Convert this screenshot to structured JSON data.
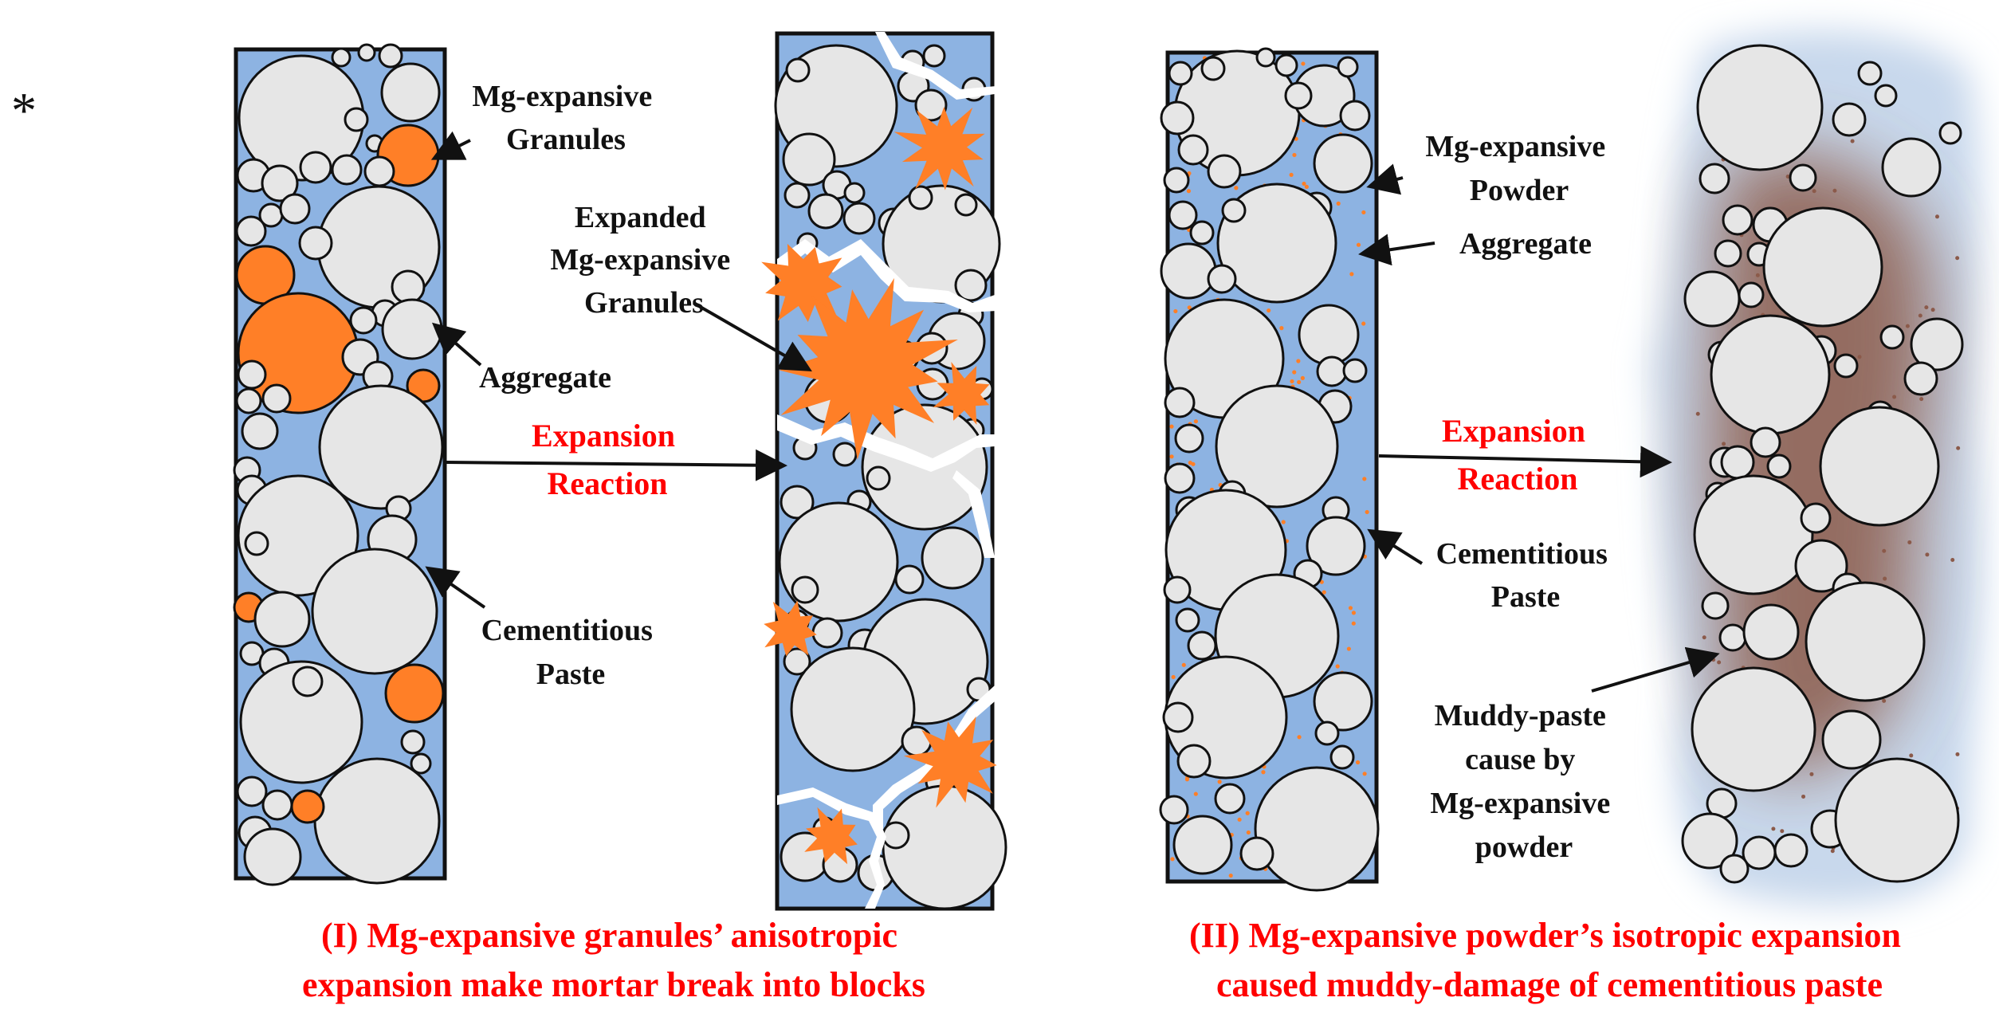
{
  "marker": "*",
  "colors": {
    "paste": "#8db3e2",
    "aggregate": "#e6e6e6",
    "granule": "#ff7f27",
    "outline": "#111111",
    "label_red": "#ff0000",
    "crack": "#ffffff",
    "mud": "#8b5a4a"
  },
  "panel1": {
    "label_granules": [
      "Mg-expansive",
      "Granules"
    ],
    "label_aggregate": "Aggregate",
    "label_paste": [
      "Cementitious",
      "Paste"
    ],
    "label_expanded": [
      "Expanded",
      "Mg-expansive",
      "Granules"
    ],
    "reaction": [
      "Expansion",
      "Reaction"
    ],
    "caption": [
      "(I)   Mg-expansive granules’ anisotropic",
      "expansion make mortar break into blocks"
    ]
  },
  "panel2": {
    "label_powder": [
      "Mg-expansive",
      "Powder"
    ],
    "label_aggregate": "Aggregate",
    "label_paste": [
      "Cementitious",
      "Paste"
    ],
    "reaction": [
      "Expansion",
      "Reaction"
    ],
    "label_muddy": [
      "Muddy-paste",
      "cause by",
      "Mg-expansive",
      "powder"
    ],
    "caption": [
      "(II) Mg-expansive powder’s isotropic expansion",
      "caused muddy-damage of cementitious paste"
    ]
  }
}
